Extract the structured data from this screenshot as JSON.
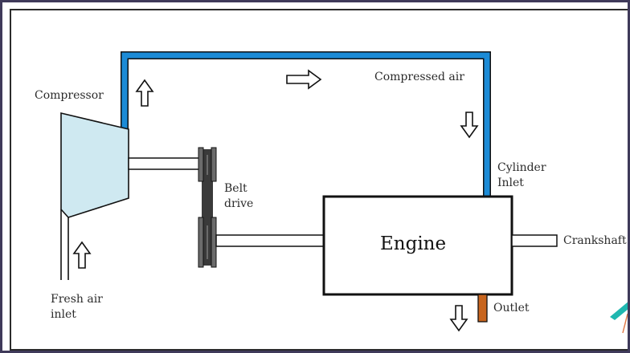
{
  "labels": {
    "compressor": "Compressor",
    "compressed_air": "Compressed air",
    "cylinder_inlet": "Cylinder\nInlet",
    "belt_drive": "Belt\ndrive",
    "engine": "Engine",
    "crankshaft": "Crankshaft",
    "fresh_air_inlet": "Fresh air\ninlet",
    "outlet": "Outlet"
  },
  "colors": {
    "compressed_air_duct": "#1c8bd6",
    "compressor_body": "#cfe9f1",
    "outlet_pipe": "#c8651e",
    "pulley": "#6b6b6b",
    "belt": "#3a3a3a",
    "line": "#111111"
  },
  "icons": [
    "arrow-up-icon",
    "arrow-right-icon",
    "arrow-down-icon",
    "corner-logo-icon"
  ]
}
